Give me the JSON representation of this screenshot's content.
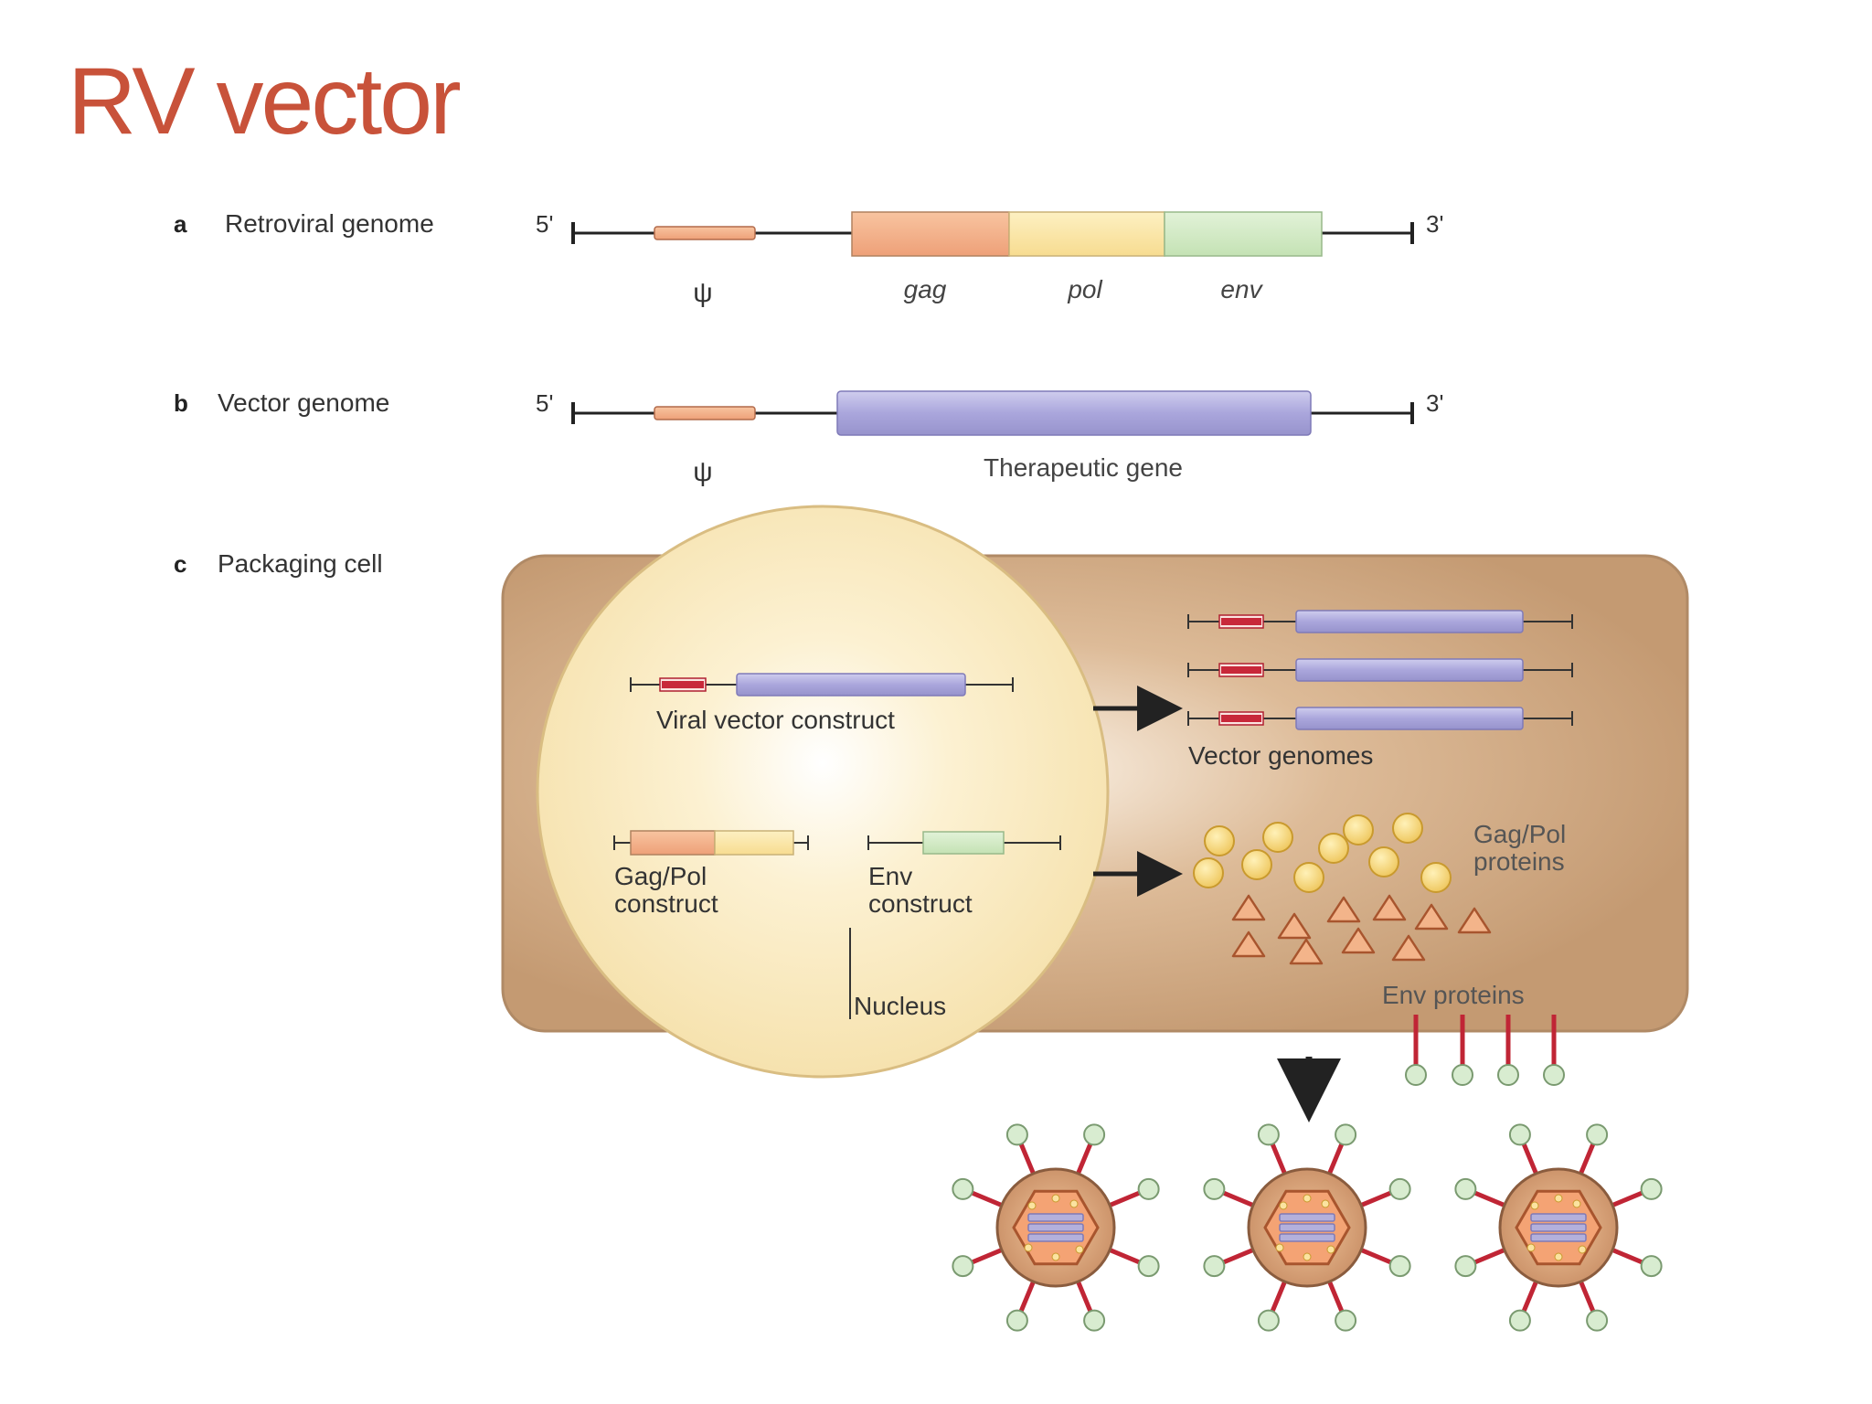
{
  "slide": {
    "title": "RV vector"
  },
  "colors": {
    "title": "#c8523a",
    "gag": "#f2a87e",
    "pol": "#fbe3a0",
    "env": "#cfe8c0",
    "therapeutic": "#b3b0dc",
    "psi": "#f2a87e",
    "psi_red": "#c8283a",
    "cell": "#c9a07a",
    "nucleus": "#fbedc4",
    "particle": "#f0cf6a",
    "triangle": "#f3b48a",
    "spike_stem": "#c02535",
    "spike_tip": "#d8ecd0"
  },
  "panel_a": {
    "letter": "a",
    "label": "Retroviral genome",
    "end5": "5'",
    "end3": "3'",
    "psi": "ψ",
    "gag": "gag",
    "pol": "pol",
    "env": "env"
  },
  "panel_b": {
    "letter": "b",
    "label": "Vector genome",
    "end5": "5'",
    "end3": "3'",
    "psi": "ψ",
    "gene": "Therapeutic gene"
  },
  "panel_c": {
    "letter": "c",
    "label": "Packaging cell",
    "viral_construct": "Viral vector construct",
    "vector_genomes": "Vector genomes",
    "gagpol_construct_line1": "Gag/Pol",
    "gagpol_construct_line2": "construct",
    "env_construct_line1": "Env",
    "env_construct_line2": "construct",
    "gagpol_proteins_line1": "Gag/Pol",
    "gagpol_proteins_line2": "proteins",
    "env_proteins": "Env proteins",
    "nucleus": "Nucleus"
  }
}
